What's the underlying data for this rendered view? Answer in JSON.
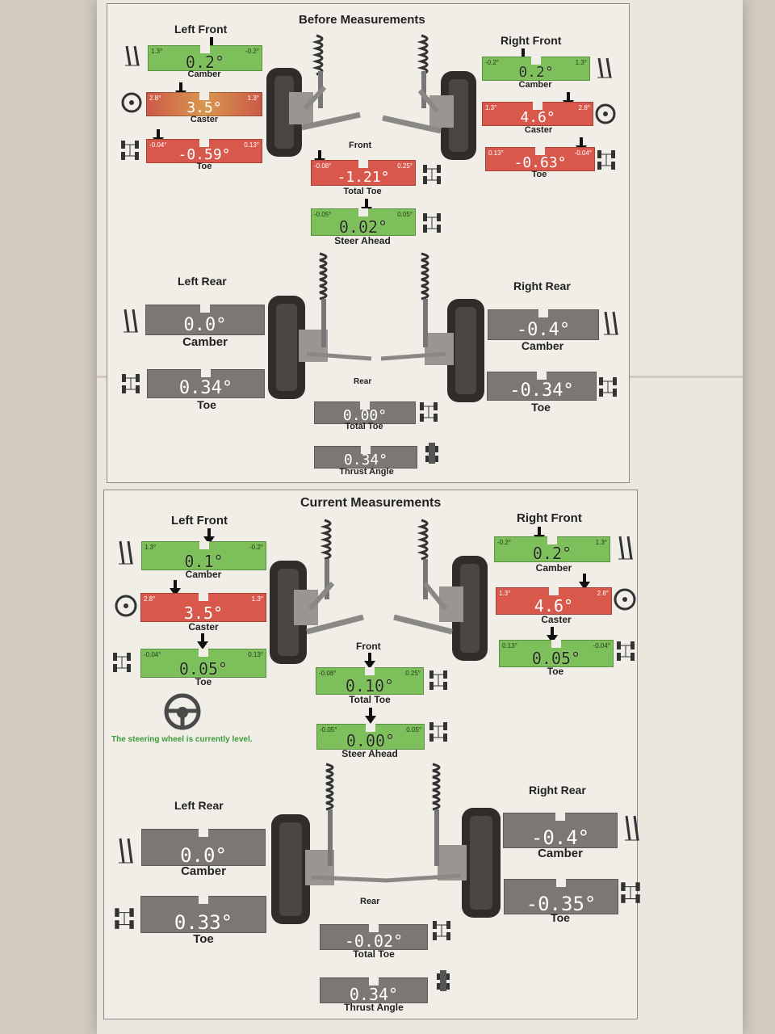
{
  "before": {
    "title": "Before Measurements",
    "front_label": "Front",
    "rear_label": "Rear",
    "left_front": {
      "title": "Left Front",
      "camber": {
        "label": "Camber",
        "value": "0.2°",
        "min": "1.3°",
        "max": "-0.2°",
        "status": "green"
      },
      "caster": {
        "label": "Caster",
        "value": "3.5°",
        "min": "2.8°",
        "max": "1.3°",
        "status": "orange"
      },
      "toe": {
        "label": "Toe",
        "value": "-0.59°",
        "min": "-0.04°",
        "max": "0.13°",
        "status": "red"
      }
    },
    "right_front": {
      "title": "Right Front",
      "camber": {
        "label": "Camber",
        "value": "0.2°",
        "min": "-0.2°",
        "max": "1.3°",
        "status": "green"
      },
      "caster": {
        "label": "Caster",
        "value": "4.6°",
        "min": "1.3°",
        "max": "2.8°",
        "status": "red"
      },
      "toe": {
        "label": "Toe",
        "value": "-0.63°",
        "min": "0.13°",
        "max": "-0.04°",
        "status": "red"
      }
    },
    "total_toe": {
      "label": "Total Toe",
      "value": "-1.21°",
      "min": "-0.08°",
      "max": "0.25°",
      "status": "red"
    },
    "steer_ahead": {
      "label": "Steer Ahead",
      "value": "0.02°",
      "min": "-0.05°",
      "max": "0.05°",
      "status": "green"
    },
    "left_rear": {
      "title": "Left Rear",
      "camber": {
        "label": "Camber",
        "value": "0.0°",
        "status": "gray"
      },
      "toe": {
        "label": "Toe",
        "value": "0.34°",
        "status": "gray"
      }
    },
    "right_rear": {
      "title": "Right Rear",
      "camber": {
        "label": "Camber",
        "value": "-0.4°",
        "status": "gray"
      },
      "toe": {
        "label": "Toe",
        "value": "-0.34°",
        "status": "gray"
      }
    },
    "rear_total_toe": {
      "label": "Total Toe",
      "value": "0.00°",
      "status": "gray"
    },
    "thrust_angle": {
      "label": "Thrust Angle",
      "value": "0.34°",
      "status": "gray"
    }
  },
  "current": {
    "title": "Current Measurements",
    "front_label": "Front",
    "rear_label": "Rear",
    "steering_note": "The steering wheel is currently level.",
    "left_front": {
      "title": "Left Front",
      "camber": {
        "label": "Camber",
        "value": "0.1°",
        "min": "1.3°",
        "max": "-0.2°",
        "status": "green"
      },
      "caster": {
        "label": "Caster",
        "value": "3.5°",
        "min": "2.8°",
        "max": "1.3°",
        "status": "red"
      },
      "toe": {
        "label": "Toe",
        "value": "0.05°",
        "min": "-0.04°",
        "max": "0.13°",
        "status": "green"
      }
    },
    "right_front": {
      "title": "Right Front",
      "camber": {
        "label": "Camber",
        "value": "0.2°",
        "min": "-0.2°",
        "max": "1.3°",
        "status": "green"
      },
      "caster": {
        "label": "Caster",
        "value": "4.6°",
        "min": "1.3°",
        "max": "2.8°",
        "status": "red"
      },
      "toe": {
        "label": "Toe",
        "value": "0.05°",
        "min": "0.13°",
        "max": "-0.04°",
        "status": "green"
      }
    },
    "total_toe": {
      "label": "Total Toe",
      "value": "0.10°",
      "min": "-0.08°",
      "max": "0.25°",
      "status": "green"
    },
    "steer_ahead": {
      "label": "Steer Ahead",
      "value": "0.00°",
      "min": "-0.05°",
      "max": "0.05°",
      "status": "green"
    },
    "left_rear": {
      "title": "Left Rear",
      "camber": {
        "label": "Camber",
        "value": "0.0°",
        "status": "gray"
      },
      "toe": {
        "label": "Toe",
        "value": "0.33°",
        "status": "gray"
      }
    },
    "right_rear": {
      "title": "Right Rear",
      "camber": {
        "label": "Camber",
        "value": "-0.4°",
        "status": "gray"
      },
      "toe": {
        "label": "Toe",
        "value": "-0.35°",
        "status": "gray"
      }
    },
    "rear_total_toe": {
      "label": "Total Toe",
      "value": "-0.02°",
      "status": "gray"
    },
    "thrust_angle": {
      "label": "Thrust Angle",
      "value": "0.34°",
      "status": "gray"
    }
  }
}
